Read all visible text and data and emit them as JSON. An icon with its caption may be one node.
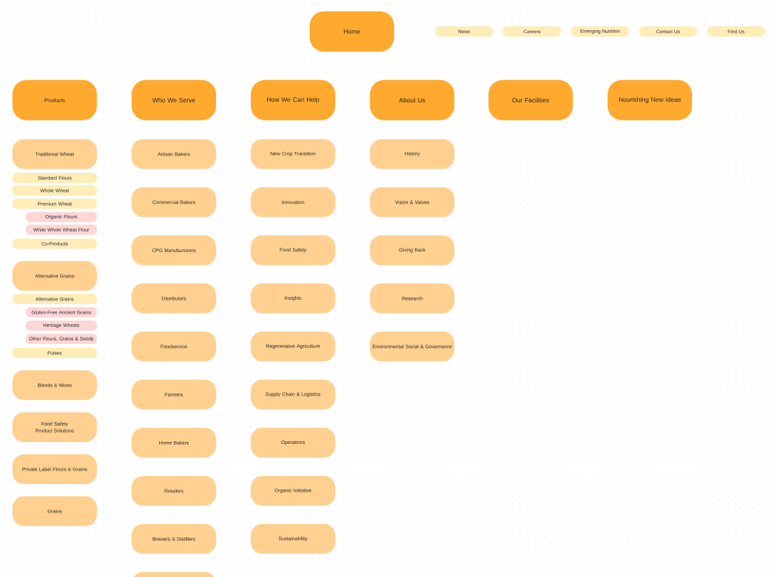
{
  "diagram": {
    "nodes": [
      {
        "text": [
          "Home"
        ]
      },
      {
        "text": [
          "News"
        ]
      },
      {
        "text": [
          "Careers"
        ]
      },
      {
        "text": [
          "Emerging Nutrition"
        ]
      },
      {
        "text": [
          "Contact Us"
        ]
      },
      {
        "text": [
          "Find Us"
        ]
      },
      {
        "text": [
          "Products"
        ]
      },
      {
        "text": [
          "Who We Serve"
        ]
      },
      {
        "text": [
          "How We Can Help"
        ]
      },
      {
        "text": [
          "About Us"
        ]
      },
      {
        "text": [
          "Our Facilities"
        ]
      },
      {
        "text": [
          "Nourishing New Ideas"
        ]
      },
      {
        "text": [
          "Traditional Wheat"
        ]
      },
      {
        "text": [
          "Standard Flours"
        ]
      },
      {
        "text": [
          "Whole Wheat"
        ]
      },
      {
        "text": [
          "Premium Wheat"
        ]
      },
      {
        "text": [
          "Organic Flours"
        ]
      },
      {
        "text": [
          "White Whole Wheat Flour"
        ]
      },
      {
        "text": [
          "Co-Products"
        ]
      },
      {
        "text": [
          "Alternative Grains"
        ]
      },
      {
        "text": [
          "Alternative Grains"
        ]
      },
      {
        "text": [
          "Gluten-Free Ancient Grains"
        ]
      },
      {
        "text": [
          "Heritage Wheats"
        ]
      },
      {
        "text": [
          "Other Flours, Grains & Seeds"
        ]
      },
      {
        "text": [
          "Pulses"
        ]
      },
      {
        "text": [
          "Blends & Mixes"
        ]
      },
      {
        "text": [
          "Food Safety Product Solutions"
        ]
      },
      {
        "text": [
          "Private Label Flours & Grains"
        ]
      },
      {
        "text": [
          "Grains"
        ]
      },
      {
        "text": [
          "Artisan Bakers"
        ]
      },
      {
        "text": [
          "Commercial Bakers"
        ]
      },
      {
        "text": [
          "CPG Manufacturers"
        ]
      },
      {
        "text": [
          "Distributors"
        ]
      },
      {
        "text": [
          "Foodservice"
        ]
      },
      {
        "text": [
          "Farmers"
        ]
      },
      {
        "text": [
          "Home Bakers"
        ]
      },
      {
        "text": [
          "Retailers"
        ]
      },
      {
        "text": [
          "Brewers & Distillers"
        ]
      },
      {
        "text": [],
        "shape": "box"
      },
      {
        "text": [
          "New Crop Transition"
        ]
      },
      {
        "text": [
          "Innovation"
        ]
      },
      {
        "text": [
          "Food Safety"
        ]
      },
      {
        "text": [
          "Insights"
        ]
      },
      {
        "text": [
          "Regenerative Agriculture"
        ]
      },
      {
        "text": [
          "Supply Chain & Logistics"
        ]
      },
      {
        "text": [
          "Operations"
        ]
      },
      {
        "text": [
          "Organic Initiative"
        ]
      },
      {
        "text": [
          "Sustainability"
        ]
      },
      {
        "text": [
          "History"
        ]
      },
      {
        "text": [
          "Vision & Values"
        ]
      },
      {
        "text": [
          "Giving Back"
        ]
      },
      {
        "text": [
          "Research"
        ]
      },
      {
        "text": [
          "Environmental Social & Governance"
        ]
      }
    ]
  }
}
